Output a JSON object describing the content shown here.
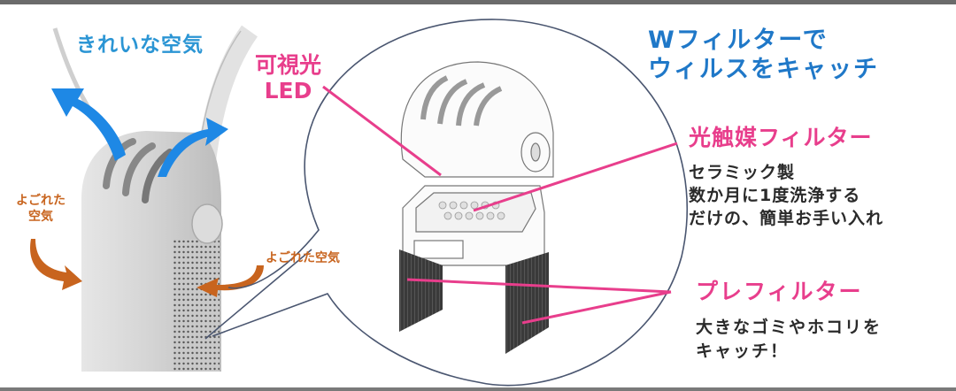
{
  "title": "Wフィルターでウィルスをキャッチ",
  "labels": {
    "clean_air": "きれいな空気",
    "led_line1": "可視光",
    "led_line2": "LED",
    "wfilter_line1": "Wフィルターで",
    "wfilter_line2": "ウィルスをキャッチ",
    "dirty_air_left_line1": "よごれた",
    "dirty_air_left_line2": "空気",
    "dirty_air_right": "よごれた空気"
  },
  "photocatalyst_filter": {
    "title": "光触媒フィルター",
    "desc": [
      "セラミック製",
      "数か月に1度洗浄する",
      "だけの、簡単お手い入れ"
    ]
  },
  "pre_filter": {
    "title": "プレフィルター",
    "desc": [
      "大きなゴミやホコリを",
      "キャッチ！"
    ]
  },
  "icons": {
    "clean_air_arrows": "arrow-up-curved-icon",
    "dirty_air_arrows": "arrow-in-curved-icon"
  },
  "colors": {
    "clean_air_blue": "#1e88e5",
    "title_blue": "#1f78c8",
    "callout_pink": "#e83e8c",
    "dirty_air_orange": "#c8641e",
    "body_text": "#2a2a2a",
    "circle_stroke": "#4a5670"
  }
}
